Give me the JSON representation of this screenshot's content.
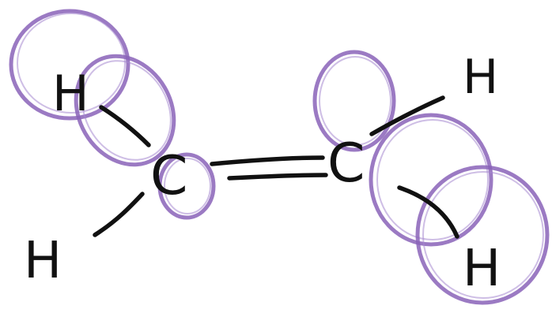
{
  "colors": {
    "background": "#ffffff",
    "ink": "#111111",
    "orbital": "#8a63b8",
    "orbital_light": "#a689cf"
  },
  "atoms": {
    "carbon_left": "C",
    "carbon_right": "C",
    "hydrogen_top_left": "H",
    "hydrogen_bottom_left": "H",
    "hydrogen_top_right": "H",
    "hydrogen_bottom_right": "H"
  }
}
